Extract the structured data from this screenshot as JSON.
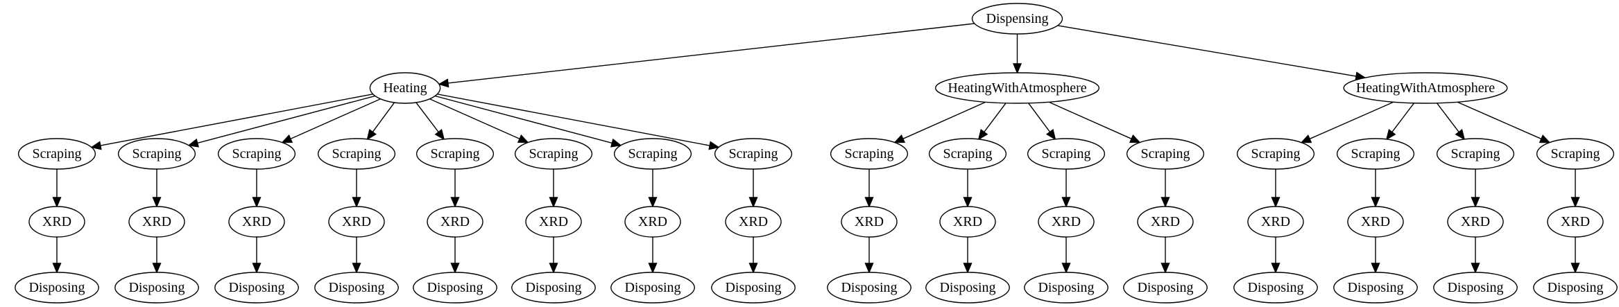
{
  "diagram": {
    "root": {
      "label": "Dispensing",
      "children": [
        {
          "label": "Heating",
          "children": [
            {
              "label": "Scraping",
              "children": [
                {
                  "label": "XRD",
                  "children": [
                    {
                      "label": "Disposing"
                    }
                  ]
                }
              ]
            },
            {
              "label": "Scraping",
              "children": [
                {
                  "label": "XRD",
                  "children": [
                    {
                      "label": "Disposing"
                    }
                  ]
                }
              ]
            },
            {
              "label": "Scraping",
              "children": [
                {
                  "label": "XRD",
                  "children": [
                    {
                      "label": "Disposing"
                    }
                  ]
                }
              ]
            },
            {
              "label": "Scraping",
              "children": [
                {
                  "label": "XRD",
                  "children": [
                    {
                      "label": "Disposing"
                    }
                  ]
                }
              ]
            },
            {
              "label": "Scraping",
              "children": [
                {
                  "label": "XRD",
                  "children": [
                    {
                      "label": "Disposing"
                    }
                  ]
                }
              ]
            },
            {
              "label": "Scraping",
              "children": [
                {
                  "label": "XRD",
                  "children": [
                    {
                      "label": "Disposing"
                    }
                  ]
                }
              ]
            },
            {
              "label": "Scraping",
              "children": [
                {
                  "label": "XRD",
                  "children": [
                    {
                      "label": "Disposing"
                    }
                  ]
                }
              ]
            },
            {
              "label": "Scraping",
              "children": [
                {
                  "label": "XRD",
                  "children": [
                    {
                      "label": "Disposing"
                    }
                  ]
                }
              ]
            }
          ]
        },
        {
          "label": "HeatingWithAtmosphere",
          "children": [
            {
              "label": "Scraping",
              "children": [
                {
                  "label": "XRD",
                  "children": [
                    {
                      "label": "Disposing"
                    }
                  ]
                }
              ]
            },
            {
              "label": "Scraping",
              "children": [
                {
                  "label": "XRD",
                  "children": [
                    {
                      "label": "Disposing"
                    }
                  ]
                }
              ]
            },
            {
              "label": "Scraping",
              "children": [
                {
                  "label": "XRD",
                  "children": [
                    {
                      "label": "Disposing"
                    }
                  ]
                }
              ]
            },
            {
              "label": "Scraping",
              "children": [
                {
                  "label": "XRD",
                  "children": [
                    {
                      "label": "Disposing"
                    }
                  ]
                }
              ]
            }
          ]
        },
        {
          "label": "HeatingWithAtmosphere",
          "children": [
            {
              "label": "Scraping",
              "children": [
                {
                  "label": "XRD",
                  "children": [
                    {
                      "label": "Disposing"
                    }
                  ]
                }
              ]
            },
            {
              "label": "Scraping",
              "children": [
                {
                  "label": "XRD",
                  "children": [
                    {
                      "label": "Disposing"
                    }
                  ]
                }
              ]
            },
            {
              "label": "Scraping",
              "children": [
                {
                  "label": "XRD",
                  "children": [
                    {
                      "label": "Disposing"
                    }
                  ]
                }
              ]
            },
            {
              "label": "Scraping",
              "children": [
                {
                  "label": "XRD",
                  "children": [
                    {
                      "label": "Disposing"
                    }
                  ]
                }
              ]
            }
          ]
        }
      ]
    }
  }
}
